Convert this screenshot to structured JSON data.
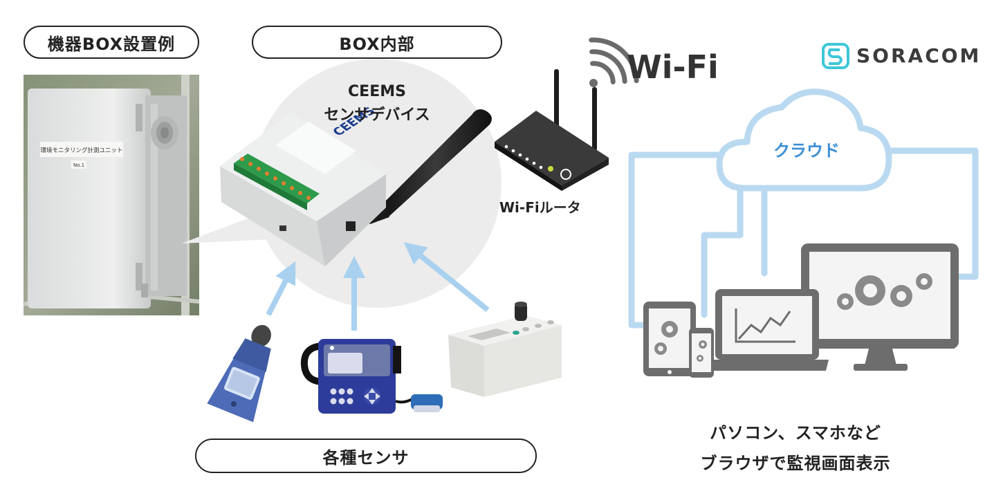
{
  "labels": {
    "box_example": "機器BOX設置例",
    "box_inside": "BOX内部",
    "sensors": "各種センサ",
    "device_line1": "CEEMS",
    "device_line2": "センサデバイス",
    "router": "Wi-Fiルータ",
    "wifi": "Wi-Fi",
    "cloud": "クラウド",
    "caption_line1": "パソコン、スマホなど",
    "caption_line2": "ブラウザで監視画面表示"
  },
  "brand": {
    "name": "SORACOM"
  },
  "device_plate": {
    "logo": "CEEMS"
  },
  "box_sticker": {
    "line1": "環境モニタリング計測ユニット",
    "line2": "No.1"
  },
  "icons": {
    "box": "electrical-box-photo",
    "device": "ceems-device",
    "router": "wifi-router",
    "wifi_signal": "wifi-signal-icon",
    "cloud": "cloud-icon",
    "sensors": [
      "sound-level-meter",
      "gas-sensor-unit",
      "dust-meter"
    ],
    "clients": [
      "tablet",
      "smartphone",
      "laptop",
      "desktop-monitor"
    ]
  },
  "colors": {
    "arrow": "#a9d1ef",
    "cloud_line": "#b9d9f0",
    "cloud_text": "#3a8ed6",
    "device_gray": "#6d6d6d",
    "bubble": "#ececec",
    "soracom": "#3ec7d8"
  }
}
